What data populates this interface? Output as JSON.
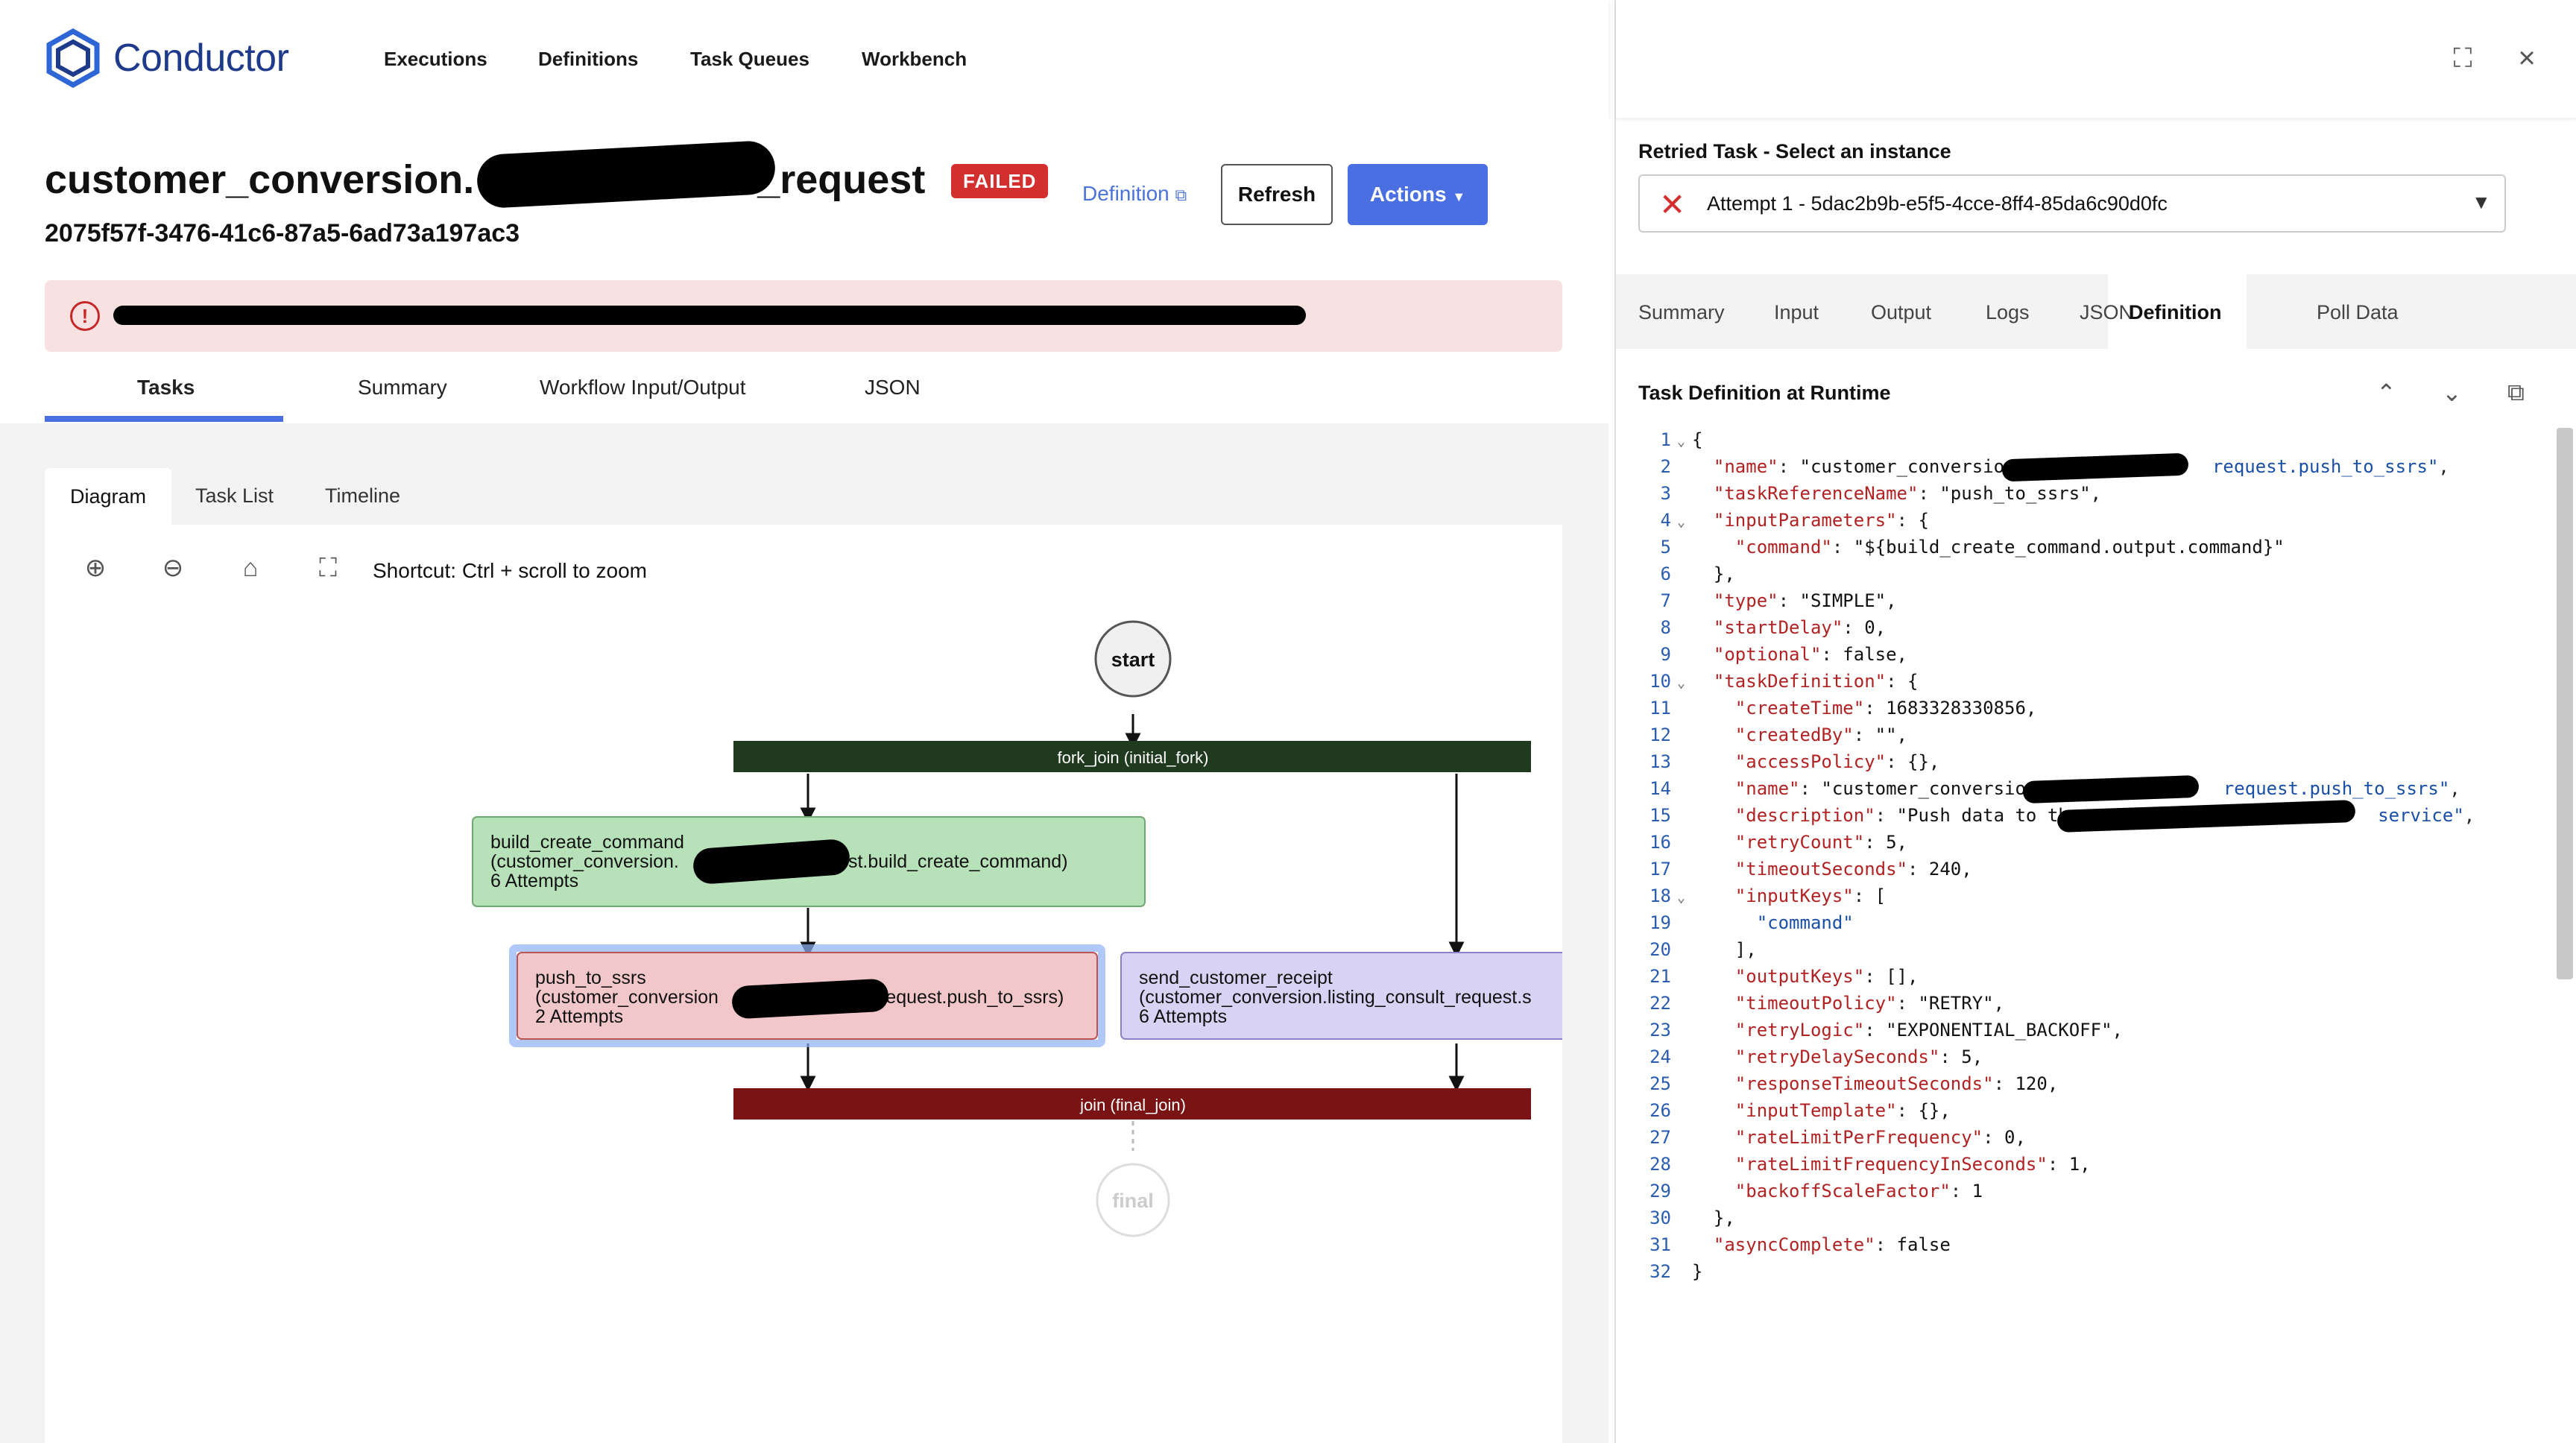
{
  "app": {
    "name": "Conductor",
    "brand_color": "#1e3a8a",
    "accent_color": "#4a6fe3"
  },
  "nav": [
    "Executions",
    "Definitions",
    "Task Queues",
    "Workbench"
  ],
  "workflow": {
    "title_prefix": "customer_conversion.",
    "title_suffix": "_request",
    "status": "FAILED",
    "id": "2075f57f-3476-41c6-87a5-6ad73a197ac3",
    "definition_link": "Definition",
    "refresh_label": "Refresh",
    "actions_label": "Actions"
  },
  "main_tabs": [
    "Tasks",
    "Summary",
    "Workflow Input/Output",
    "JSON"
  ],
  "sub_tabs": [
    "Diagram",
    "Task List",
    "Timeline"
  ],
  "diagram": {
    "shortcut": "Shortcut: Ctrl + scroll to zoom",
    "start": "start",
    "fork": "fork_join (initial_fork)",
    "join": "join (final_join)",
    "final": "final",
    "build": {
      "name": "build_create_command",
      "ref_start": "(customer_conversion.",
      "ref_end": "request.build_create_command)",
      "attempts": "6 Attempts"
    },
    "push": {
      "name": "push_to_ssrs",
      "ref_start": "(customer_conversion",
      "ref_end": "request.push_to_ssrs)",
      "attempts": "2 Attempts"
    },
    "send": {
      "name": "send_customer_receipt",
      "ref": "(customer_conversion.listing_consult_request.s",
      "attempts": "6 Attempts"
    }
  },
  "right_panel": {
    "retried_label": "Retried Task - Select an instance",
    "attempt": "Attempt 1 - 5dac2b9b-e5f5-4cce-8ff4-85da6c90d0fc",
    "tabs": [
      "Summary",
      "Input",
      "Output",
      "Logs",
      "JSON",
      "Definition",
      "Poll Data"
    ],
    "active_tab": "Definition",
    "section_title": "Task Definition at Runtime"
  },
  "code_lines": [
    "{",
    "  \"name\": \"customer_conversion.",
    "  \"taskReferenceName\": \"push_to_ssrs\",",
    "  \"inputParameters\": {",
    "    \"command\": \"${build_create_command.output.command}\"",
    "  },",
    "  \"type\": \"SIMPLE\",",
    "  \"startDelay\": 0,",
    "  \"optional\": false,",
    "  \"taskDefinition\": {",
    "    \"createTime\": 1683328330856,",
    "    \"createdBy\": \"\",",
    "    \"accessPolicy\": {},",
    "    \"name\": \"customer_conversion.",
    "    \"description\": \"Push data to the",
    "    \"retryCount\": 5,",
    "    \"timeoutSeconds\": 240,",
    "    \"inputKeys\": [",
    "      \"command\"",
    "    ],",
    "    \"outputKeys\": [],",
    "    \"timeoutPolicy\": \"RETRY\",",
    "    \"retryLogic\": \"EXPONENTIAL_BACKOFF\",",
    "    \"retryDelaySeconds\": 5,",
    "    \"responseTimeoutSeconds\": 120,",
    "    \"inputTemplate\": {},",
    "    \"rateLimitPerFrequency\": 0,",
    "    \"rateLimitFrequencyInSeconds\": 1,",
    "    \"backoffScaleFactor\": 1",
    "  },",
    "  \"asyncComplete\": false",
    "}"
  ],
  "code_tails": {
    "2": "request.push_to_ssrs\",",
    "14": "request.push_to_ssrs\",",
    "15": "service\","
  }
}
